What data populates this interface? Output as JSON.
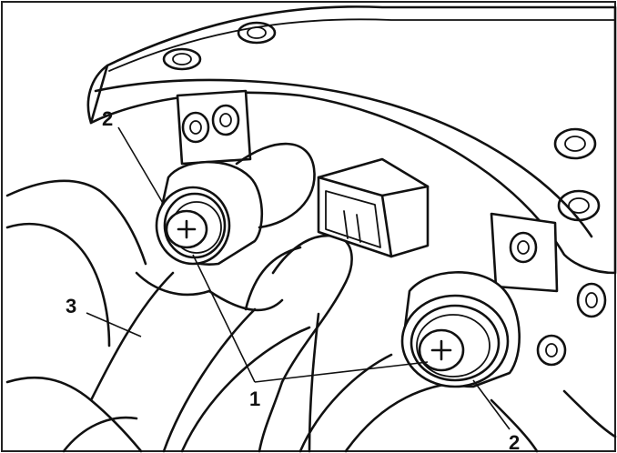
{
  "callouts": {
    "screw": "1",
    "grommet_left": "2",
    "grommet_right": "2",
    "bracket": "3"
  }
}
